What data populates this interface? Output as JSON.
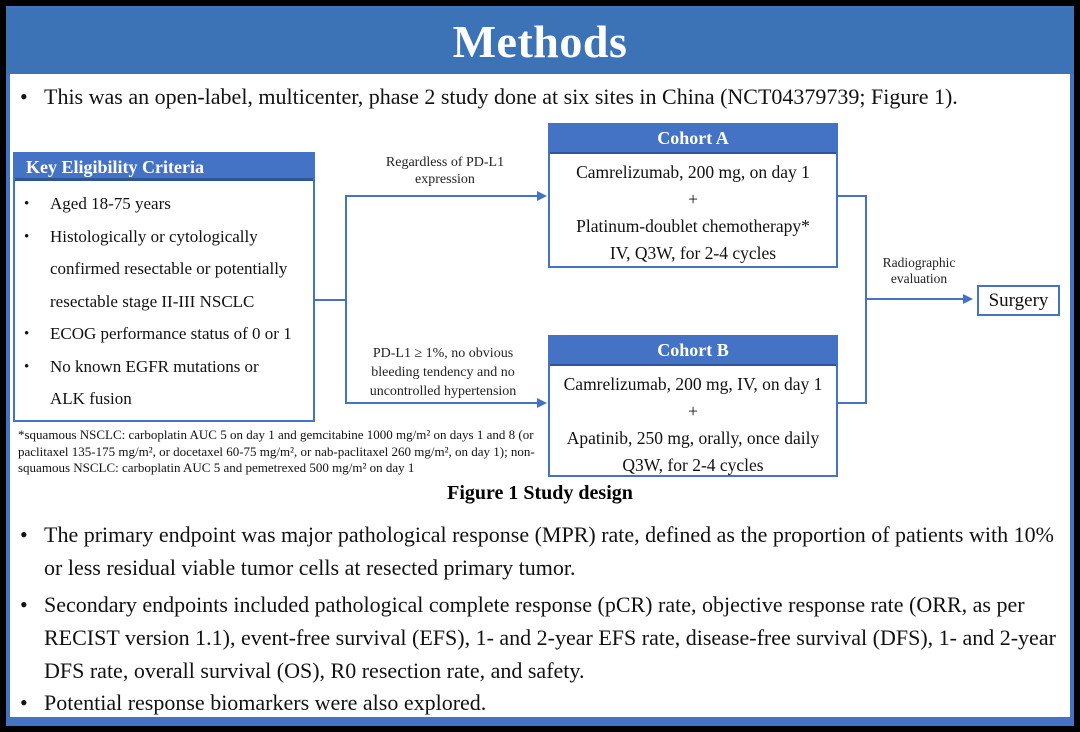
{
  "slide": {
    "title": "Methods",
    "colors": {
      "title_bar": "#3b73b6",
      "box_blue": "#4472c4",
      "header_underline": "#2f5597"
    }
  },
  "intro_bullet": {
    "marker": "•",
    "text": "This was an open-label, multicenter, phase 2 study done at six sites in China (NCT04379739; Figure 1)."
  },
  "figure": {
    "eligibility": {
      "title": "Key Eligibility Criteria",
      "rows": [
        {
          "marker": "•",
          "text": "Aged 18-75 years"
        },
        {
          "marker": "•",
          "text": "Histologically or cytologically"
        },
        {
          "marker": "",
          "text": "confirmed resectable or potentially"
        },
        {
          "marker": "",
          "text": "resectable stage II-III NSCLC"
        },
        {
          "marker": "•",
          "text": "ECOG performance status of 0 or 1"
        },
        {
          "marker": "•",
          "text": "No known EGFR mutations or"
        },
        {
          "marker": "",
          "text": "ALK fusion"
        }
      ]
    },
    "branch_top_label": {
      "line1": "Regardless of PD-L1",
      "line2": "expression"
    },
    "branch_bottom_label": {
      "line1": "PD-L1 ≥ 1%, no obvious",
      "line2": "bleeding tendency and no",
      "line3": "uncontrolled hypertension"
    },
    "cohort_a": {
      "title": "Cohort A",
      "line1": "Camrelizumab, 200 mg, on day 1",
      "line2": "+",
      "line3": "Platinum-doublet chemotherapy*",
      "line4": "IV, Q3W, for 2-4 cycles"
    },
    "cohort_b": {
      "title": "Cohort B",
      "line1": "Camrelizumab, 200 mg, IV, on day 1",
      "line2": "+",
      "line3": "Apatinib, 250 mg, orally, once daily",
      "line4": "Q3W, for 2-4 cycles"
    },
    "radiographic_label": {
      "line1": "Radiographic",
      "line2": "evaluation"
    },
    "surgery_label": "Surgery",
    "footnote": {
      "line1": "*squamous NSCLC: carboplatin AUC 5 on day 1 and gemcitabine 1000 mg/m² on days 1 and 8 (or",
      "line2": "paclitaxel 135-175 mg/m², or docetaxel 60-75 mg/m², or nab-paclitaxel 260 mg/m², on day 1); non-",
      "line3": "squamous NSCLC: carboplatin AUC 5 and pemetrexed 500 mg/m² on day 1"
    },
    "caption": "Figure 1 Study design"
  },
  "bullets": [
    {
      "marker": "•",
      "text": "The primary endpoint was major pathological response (MPR) rate, defined as the proportion of patients with 10% or less residual viable tumor cells at resected primary tumor."
    },
    {
      "marker": "•",
      "text": "Secondary endpoints included pathological complete response (pCR) rate, objective response rate (ORR, as per RECIST version 1.1), event-free survival (EFS), 1- and 2-year EFS rate, disease-free survival (DFS), 1- and 2-year DFS rate, overall survival (OS), R0 resection rate, and safety."
    },
    {
      "marker": "•",
      "text": "Potential response biomarkers were also explored."
    }
  ]
}
